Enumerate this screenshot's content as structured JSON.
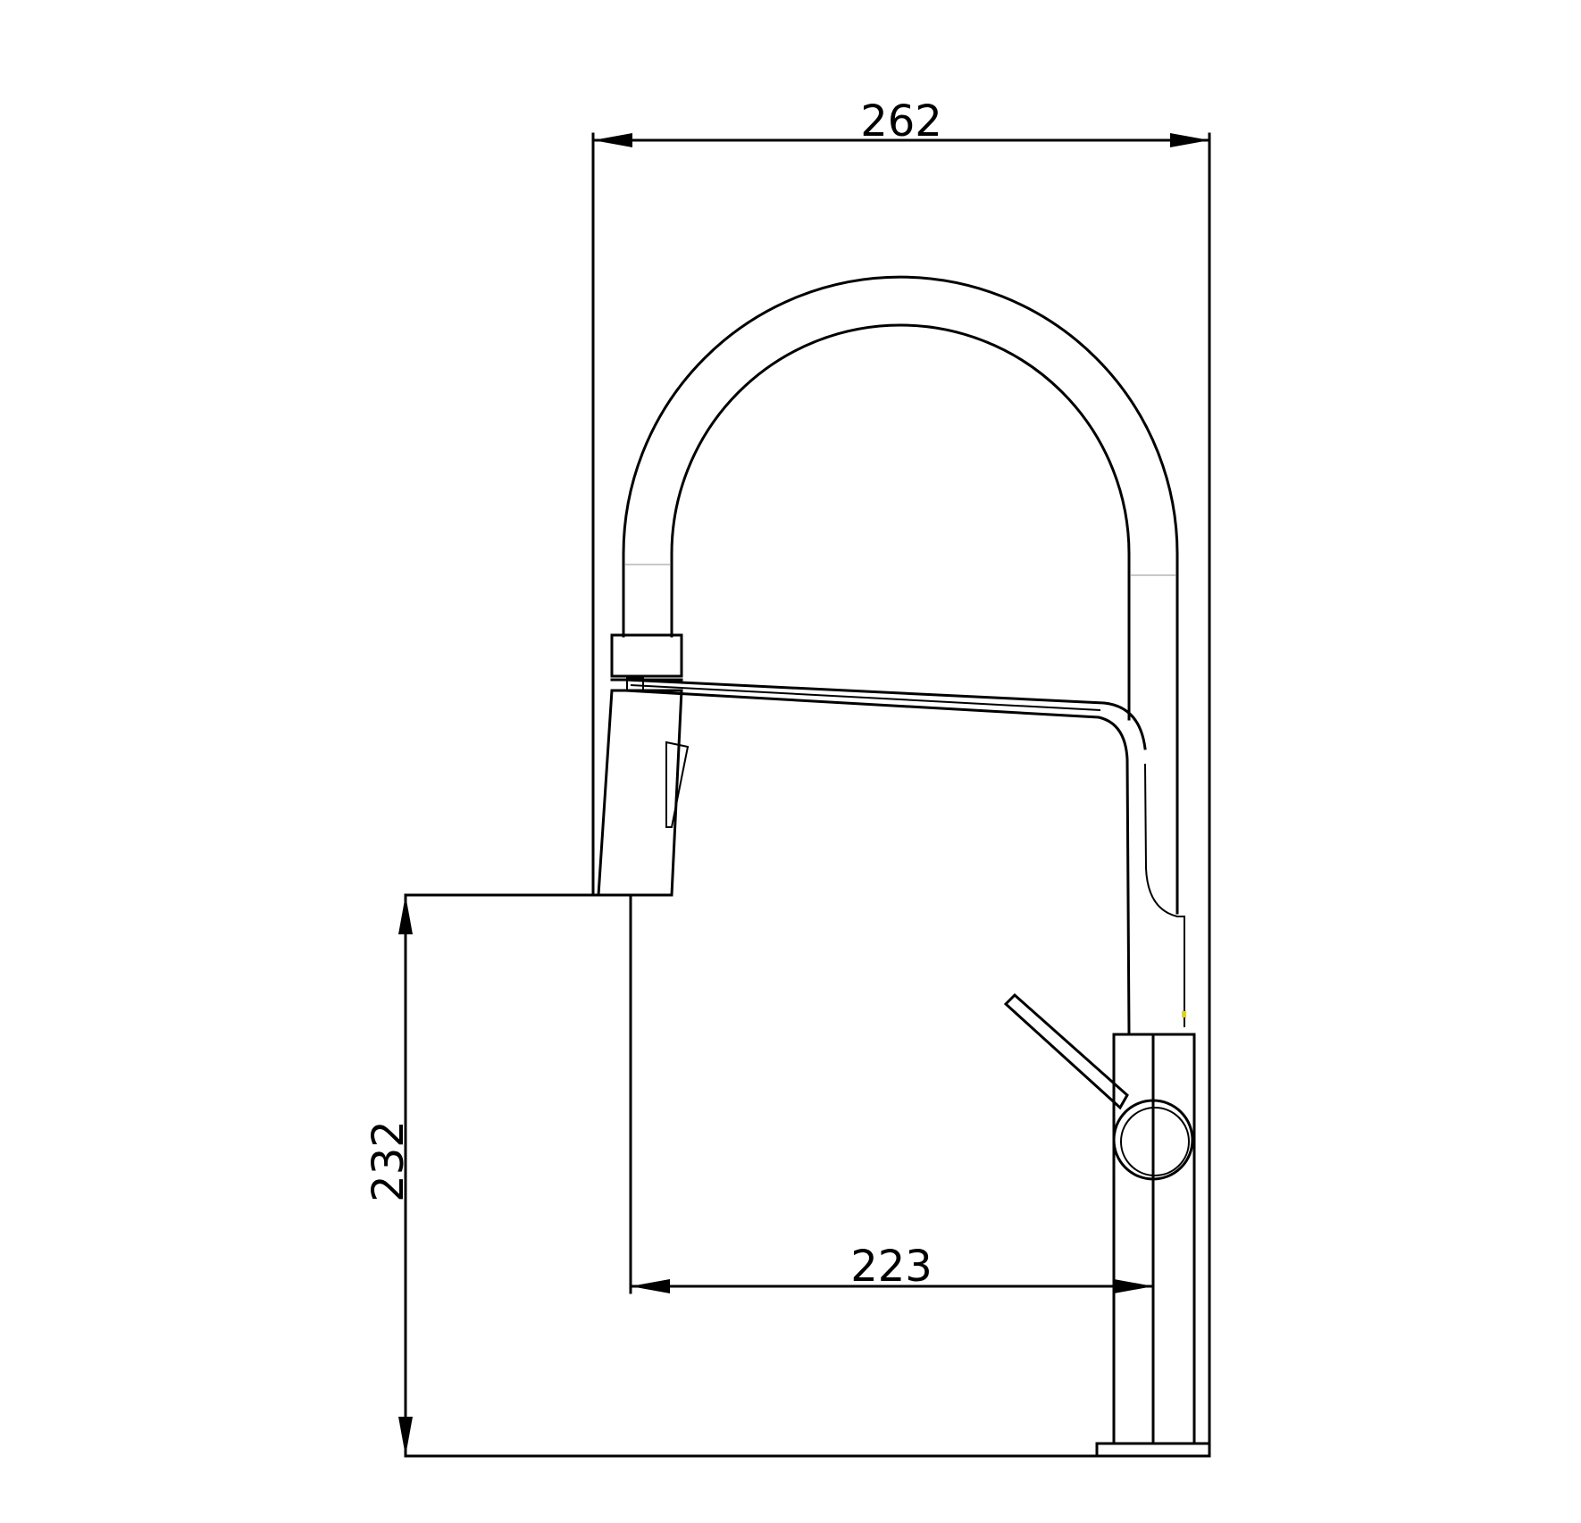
{
  "drawing": {
    "subject": "",
    "dimensions": {
      "overall_width": "262",
      "spout_reach": "223",
      "spout_height": "232"
    },
    "unit": ""
  }
}
